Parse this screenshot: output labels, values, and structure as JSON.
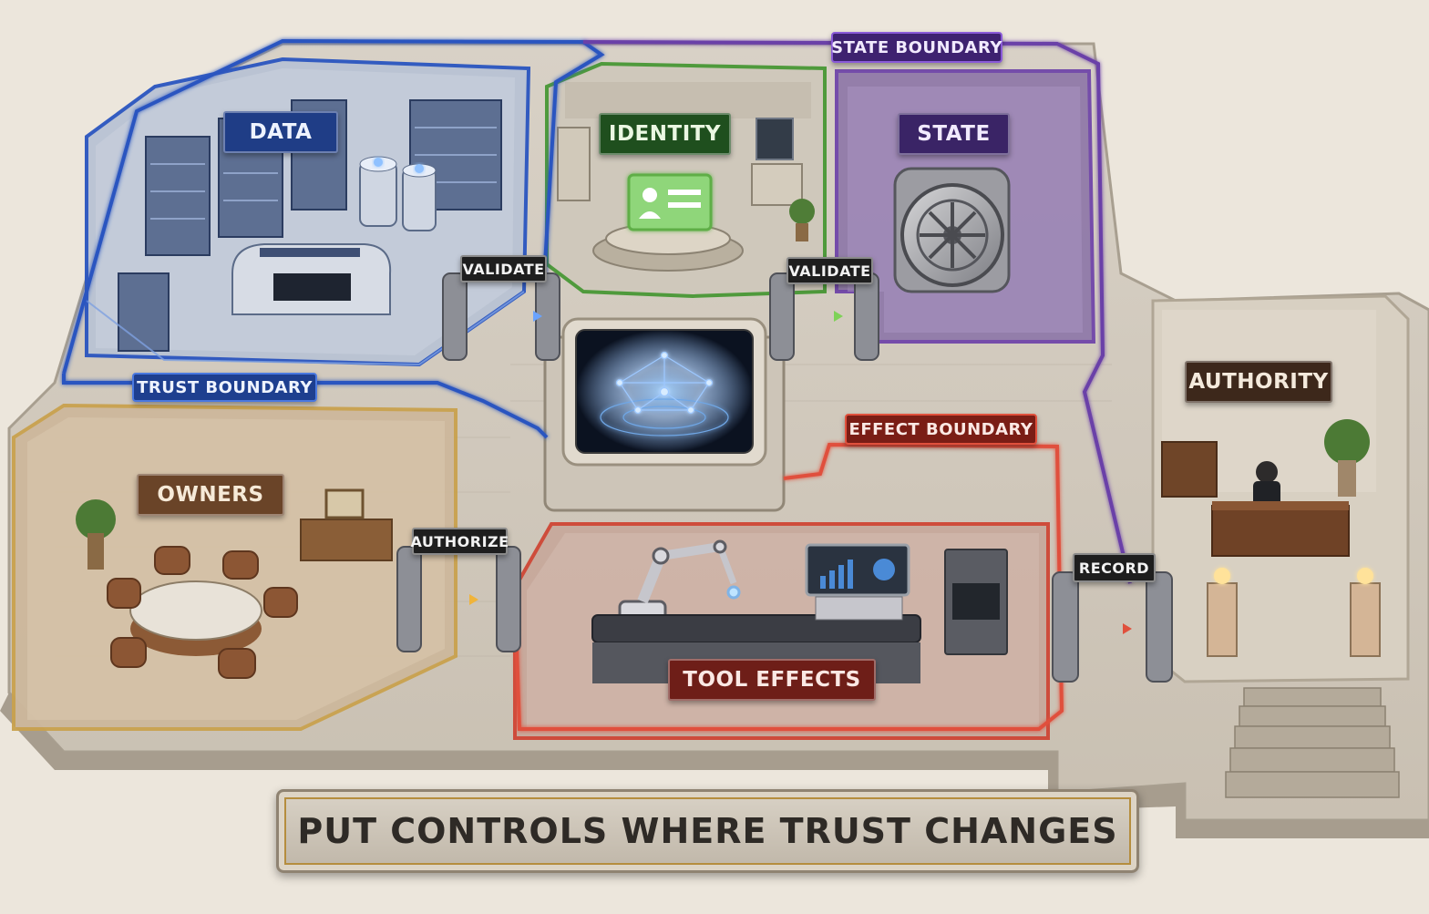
{
  "rooms": {
    "data": "DATA",
    "identity": "IDENTITY",
    "state": "STATE",
    "authority": "AUTHORITY",
    "owners": "OWNERS",
    "tool_effects": "TOOL EFFECTS"
  },
  "boundaries": {
    "trust": "TRUST BOUNDARY",
    "state": "STATE BOUNDARY",
    "effect": "EFFECT BOUNDARY"
  },
  "gates": {
    "validate_left": "VALIDATE",
    "validate_right": "VALIDATE",
    "authorize": "AUTHORIZE",
    "record": "RECORD"
  },
  "headline": "PUT CONTROLS WHERE TRUST CHANGES",
  "colors": {
    "trust": "#2a55c0",
    "identity": "#4f9a3c",
    "state": "#6b3fa8",
    "effect": "#cf3f2e",
    "owners": "#c9a24e",
    "authority": "#5a3a26"
  }
}
